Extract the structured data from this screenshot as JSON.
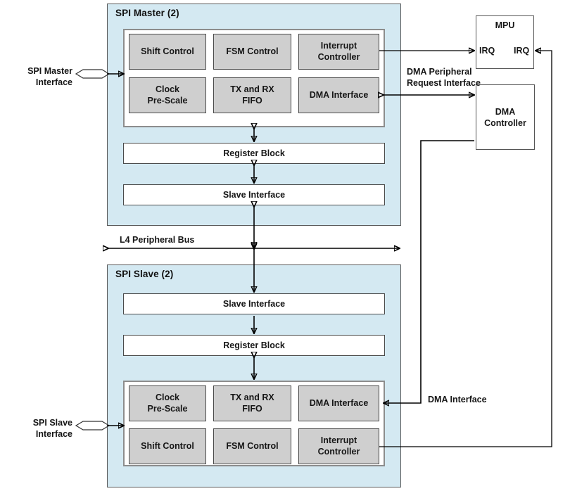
{
  "diagram": {
    "title": "SPI Master and SPI Slave block diagram",
    "colors": {
      "container_fill": "#d4e9f2",
      "block_fill": "#cfcfcf",
      "white_fill": "#ffffff",
      "border": "#4a4a4a",
      "wire": "#000000"
    }
  },
  "master": {
    "title": "SPI Master (2)",
    "blocks": [
      {
        "label": "Shift Control"
      },
      {
        "label": "FSM Control"
      },
      {
        "label": "Interrupt\nController"
      },
      {
        "label": "Clock\nPre-Scale"
      },
      {
        "label": "TX and RX\nFIFO"
      },
      {
        "label": "DMA Interface"
      }
    ],
    "register_block": "Register Block",
    "slave_interface": "Slave Interface"
  },
  "slave": {
    "title": "SPI Slave (2)",
    "slave_interface": "Slave Interface",
    "register_block": "Register Block",
    "blocks": [
      {
        "label": "Clock\nPre-Scale"
      },
      {
        "label": "TX and RX\nFIFO"
      },
      {
        "label": "DMA Interface"
      },
      {
        "label": "Shift Control"
      },
      {
        "label": "FSM Control"
      },
      {
        "label": "Interrupt\nController"
      }
    ]
  },
  "mpu": {
    "title": "MPU",
    "irq_left": "IRQ",
    "irq_right": "IRQ"
  },
  "dma_controller": {
    "title": "DMA\nController"
  },
  "labels": {
    "spi_master_interface": "SPI Master\nInterface",
    "spi_slave_interface": "SPI Slave\nInterface",
    "l4_bus": "L4 Peripheral Bus",
    "dma_peripheral_request": "DMA Peripheral\nRequest Interface",
    "dma_interface_right": "DMA Interface"
  }
}
